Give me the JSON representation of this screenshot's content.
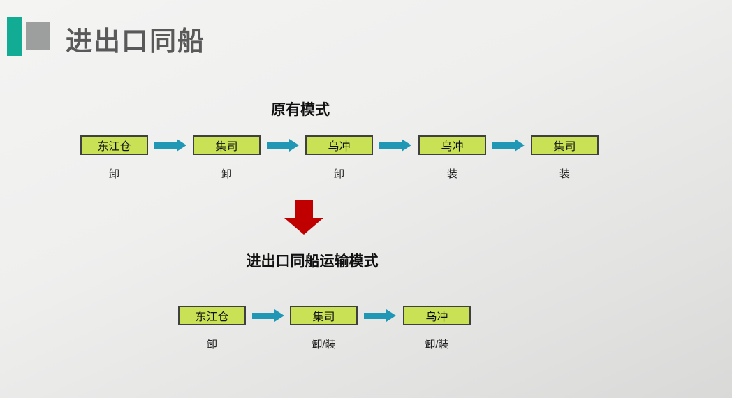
{
  "slide": {
    "title": "进出口同船"
  },
  "original_mode": {
    "heading": "原有模式",
    "nodes": [
      {
        "label": "东江仓",
        "action": "卸"
      },
      {
        "label": "集司",
        "action": "卸"
      },
      {
        "label": "乌冲",
        "action": "卸"
      },
      {
        "label": "乌冲",
        "action": "装"
      },
      {
        "label": "集司",
        "action": "装"
      }
    ]
  },
  "new_mode": {
    "heading": "进出口同船运输模式",
    "nodes": [
      {
        "label": "东江仓",
        "action": "卸"
      },
      {
        "label": "集司",
        "action": "卸/装"
      },
      {
        "label": "乌冲",
        "action": "卸/装"
      }
    ]
  },
  "colors": {
    "node_fill": "#c9e255",
    "node_border": "#404040",
    "flow_arrow": "#1f97b5",
    "transition_arrow": "#c00000",
    "accent_teal": "#12ab93",
    "accent_gray": "#9d9e9e",
    "title_text": "#595959"
  }
}
